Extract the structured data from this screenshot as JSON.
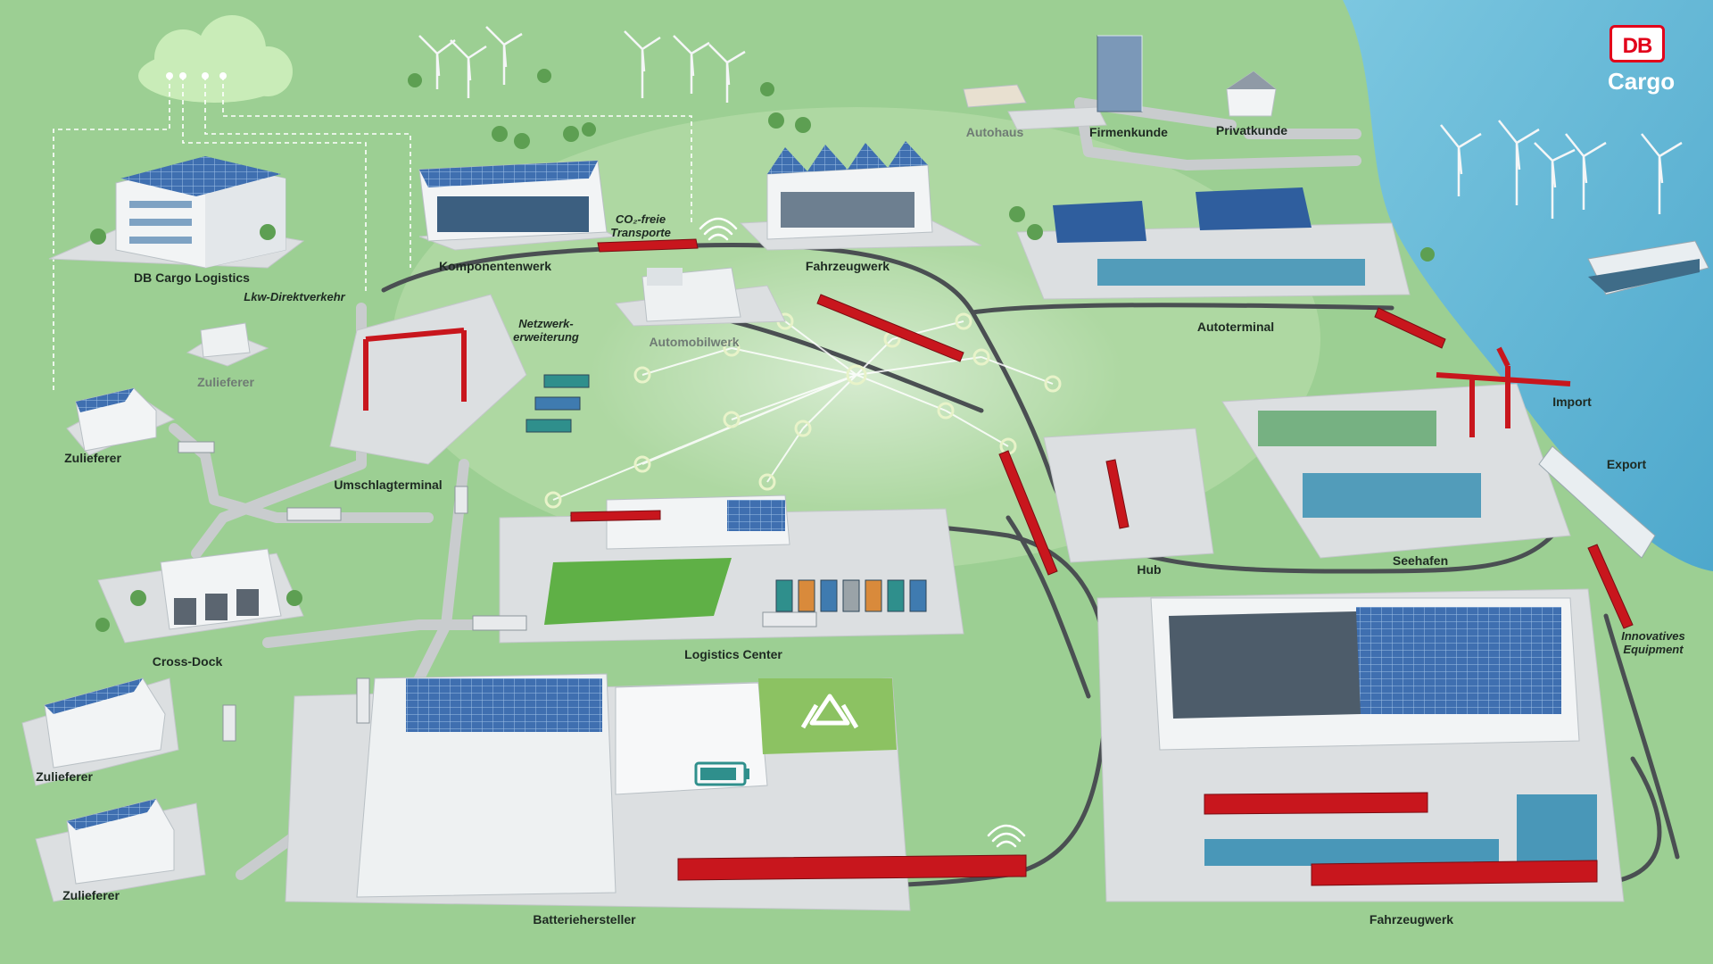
{
  "brand": {
    "logo": "DB",
    "name": "Cargo",
    "color": "#e2001a"
  },
  "labels": {
    "db_cargo_logistics": "DB Cargo Logistics",
    "lkw_direktverkehr": "Lkw-Direktverkehr",
    "komponentenwerk": "Komponentenwerk",
    "co2_freie_transporte": "CO₂-freie\nTransporte",
    "fahrzeugwerk_top": "Fahrzeugwerk",
    "netzwerkerweiterung": "Netzwerk-\nerweiterung",
    "automobilwerk": "Automobilwerk",
    "zulieferer_upper": "Zulieferer",
    "zulieferer_left": "Zulieferer",
    "umschlagterminal": "Umschlagterminal",
    "autohaus": "Autohaus",
    "firmenkunde": "Firmenkunde",
    "privatkunde": "Privatkunde",
    "autoterminal": "Autoterminal",
    "import": "Import",
    "export": "Export",
    "seehafen": "Seehafen",
    "hub": "Hub",
    "innovatives_equipment": "Innovatives\nEquipment",
    "cross_dock": "Cross-Dock",
    "logistics_center": "Logistics Center",
    "zulieferer_mid": "Zulieferer",
    "zulieferer_bottom": "Zulieferer",
    "batteriehersteller": "Batteriehersteller",
    "fahrzeugwerk_bottom": "Fahrzeugwerk"
  },
  "colors": {
    "land": "#9ccf93",
    "sea": "#66b9d6",
    "road": "#c9ccce",
    "rail": "#4a4f52",
    "train": "#c8161d",
    "building": "#f2f4f5",
    "solar": "#3f6fb0",
    "cloud": "#c9ecb8"
  },
  "icons": [
    "cloud-icon",
    "wifi-icon",
    "wind-turbine-icon",
    "recycle-icon",
    "battery-icon"
  ]
}
